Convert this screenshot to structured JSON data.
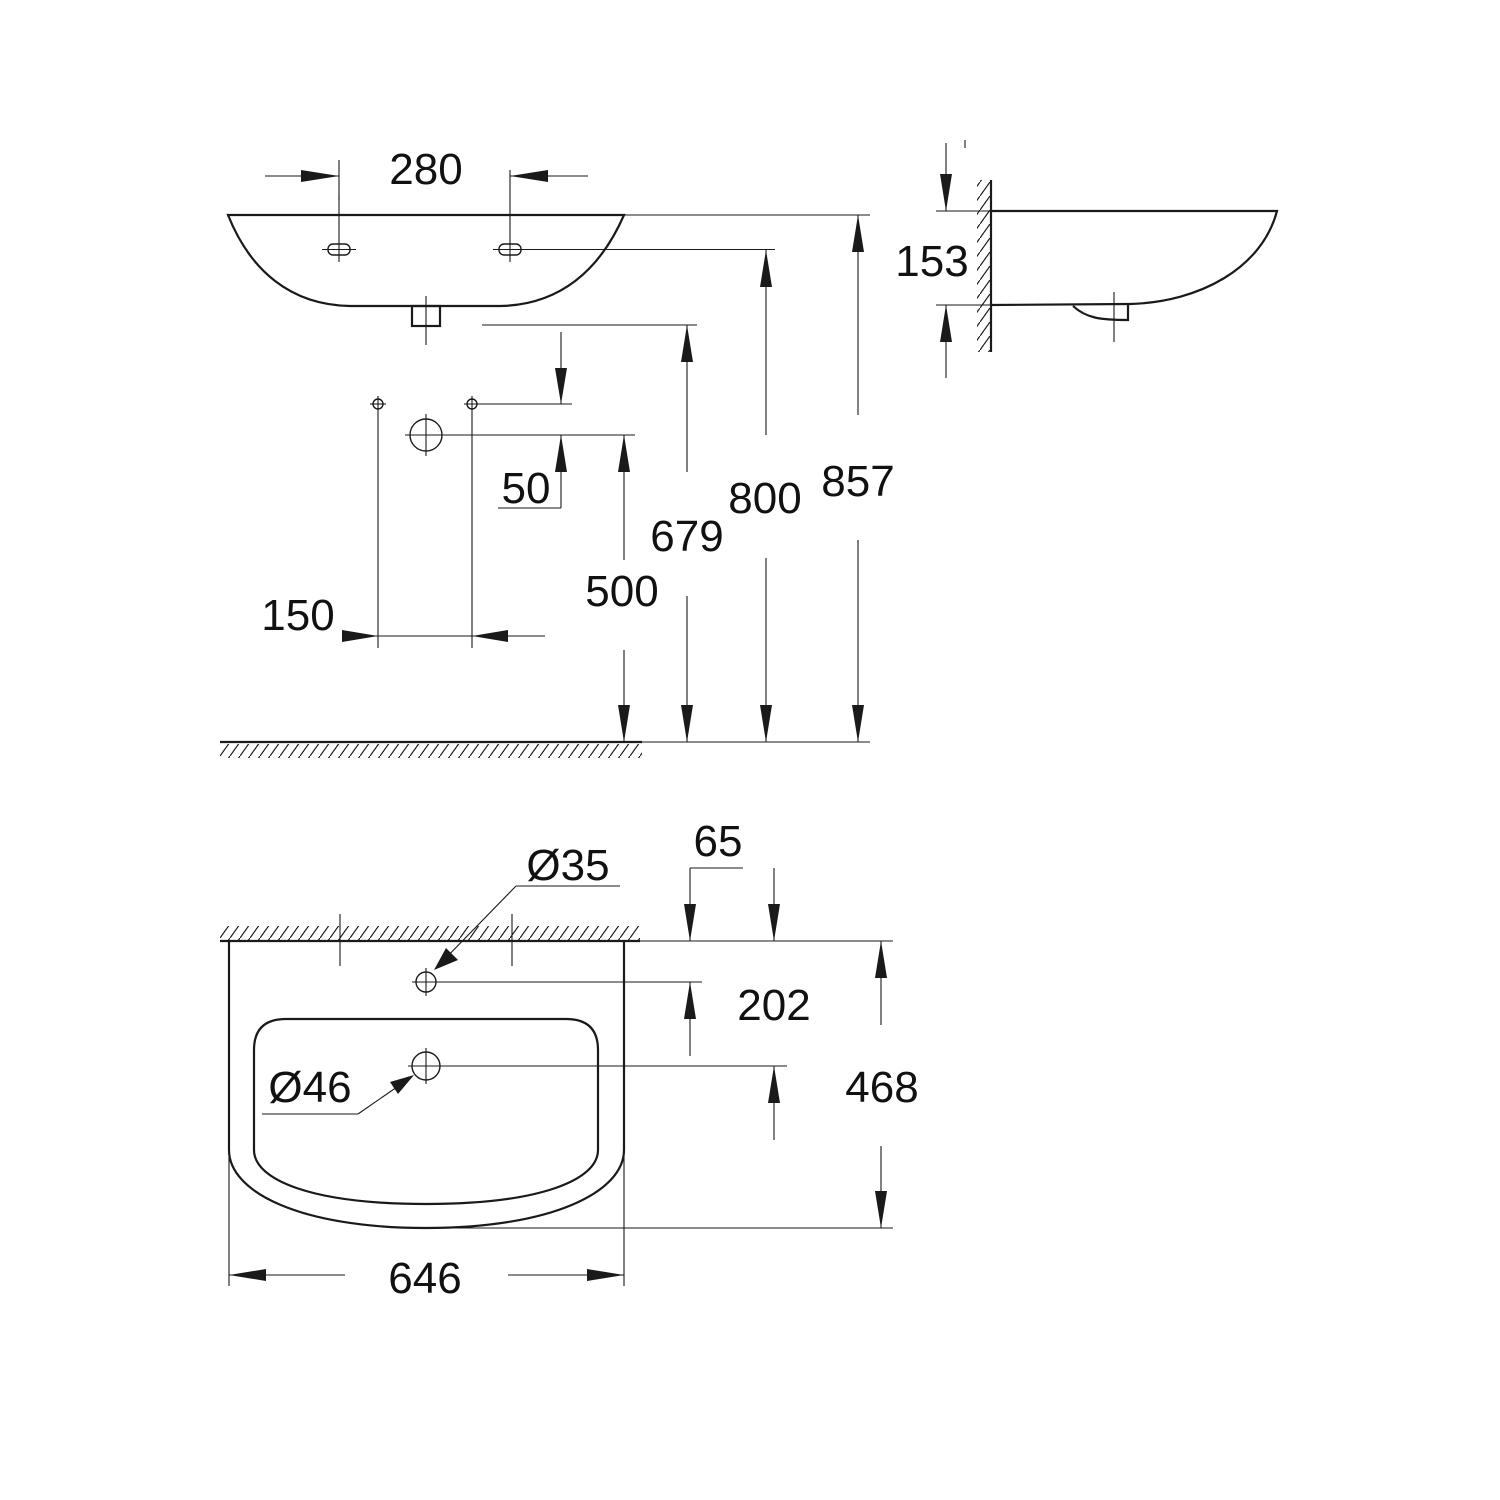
{
  "drawing": {
    "front_view": {
      "tap_hole_spacing": "280",
      "ground_to_rim": "857",
      "ground_to_tap_holes": "800",
      "ground_to_underside": "679",
      "ground_to_waste": "500",
      "fixing_offset": "50",
      "fixing_spacing": "150"
    },
    "side_view": {
      "basin_height": "153"
    },
    "plan_view": {
      "tap_hole_diameter": "Ø35",
      "waste_diameter": "Ø46",
      "tap_hole_offset": "65",
      "waste_offset": "202",
      "depth": "468",
      "width": "646"
    }
  }
}
